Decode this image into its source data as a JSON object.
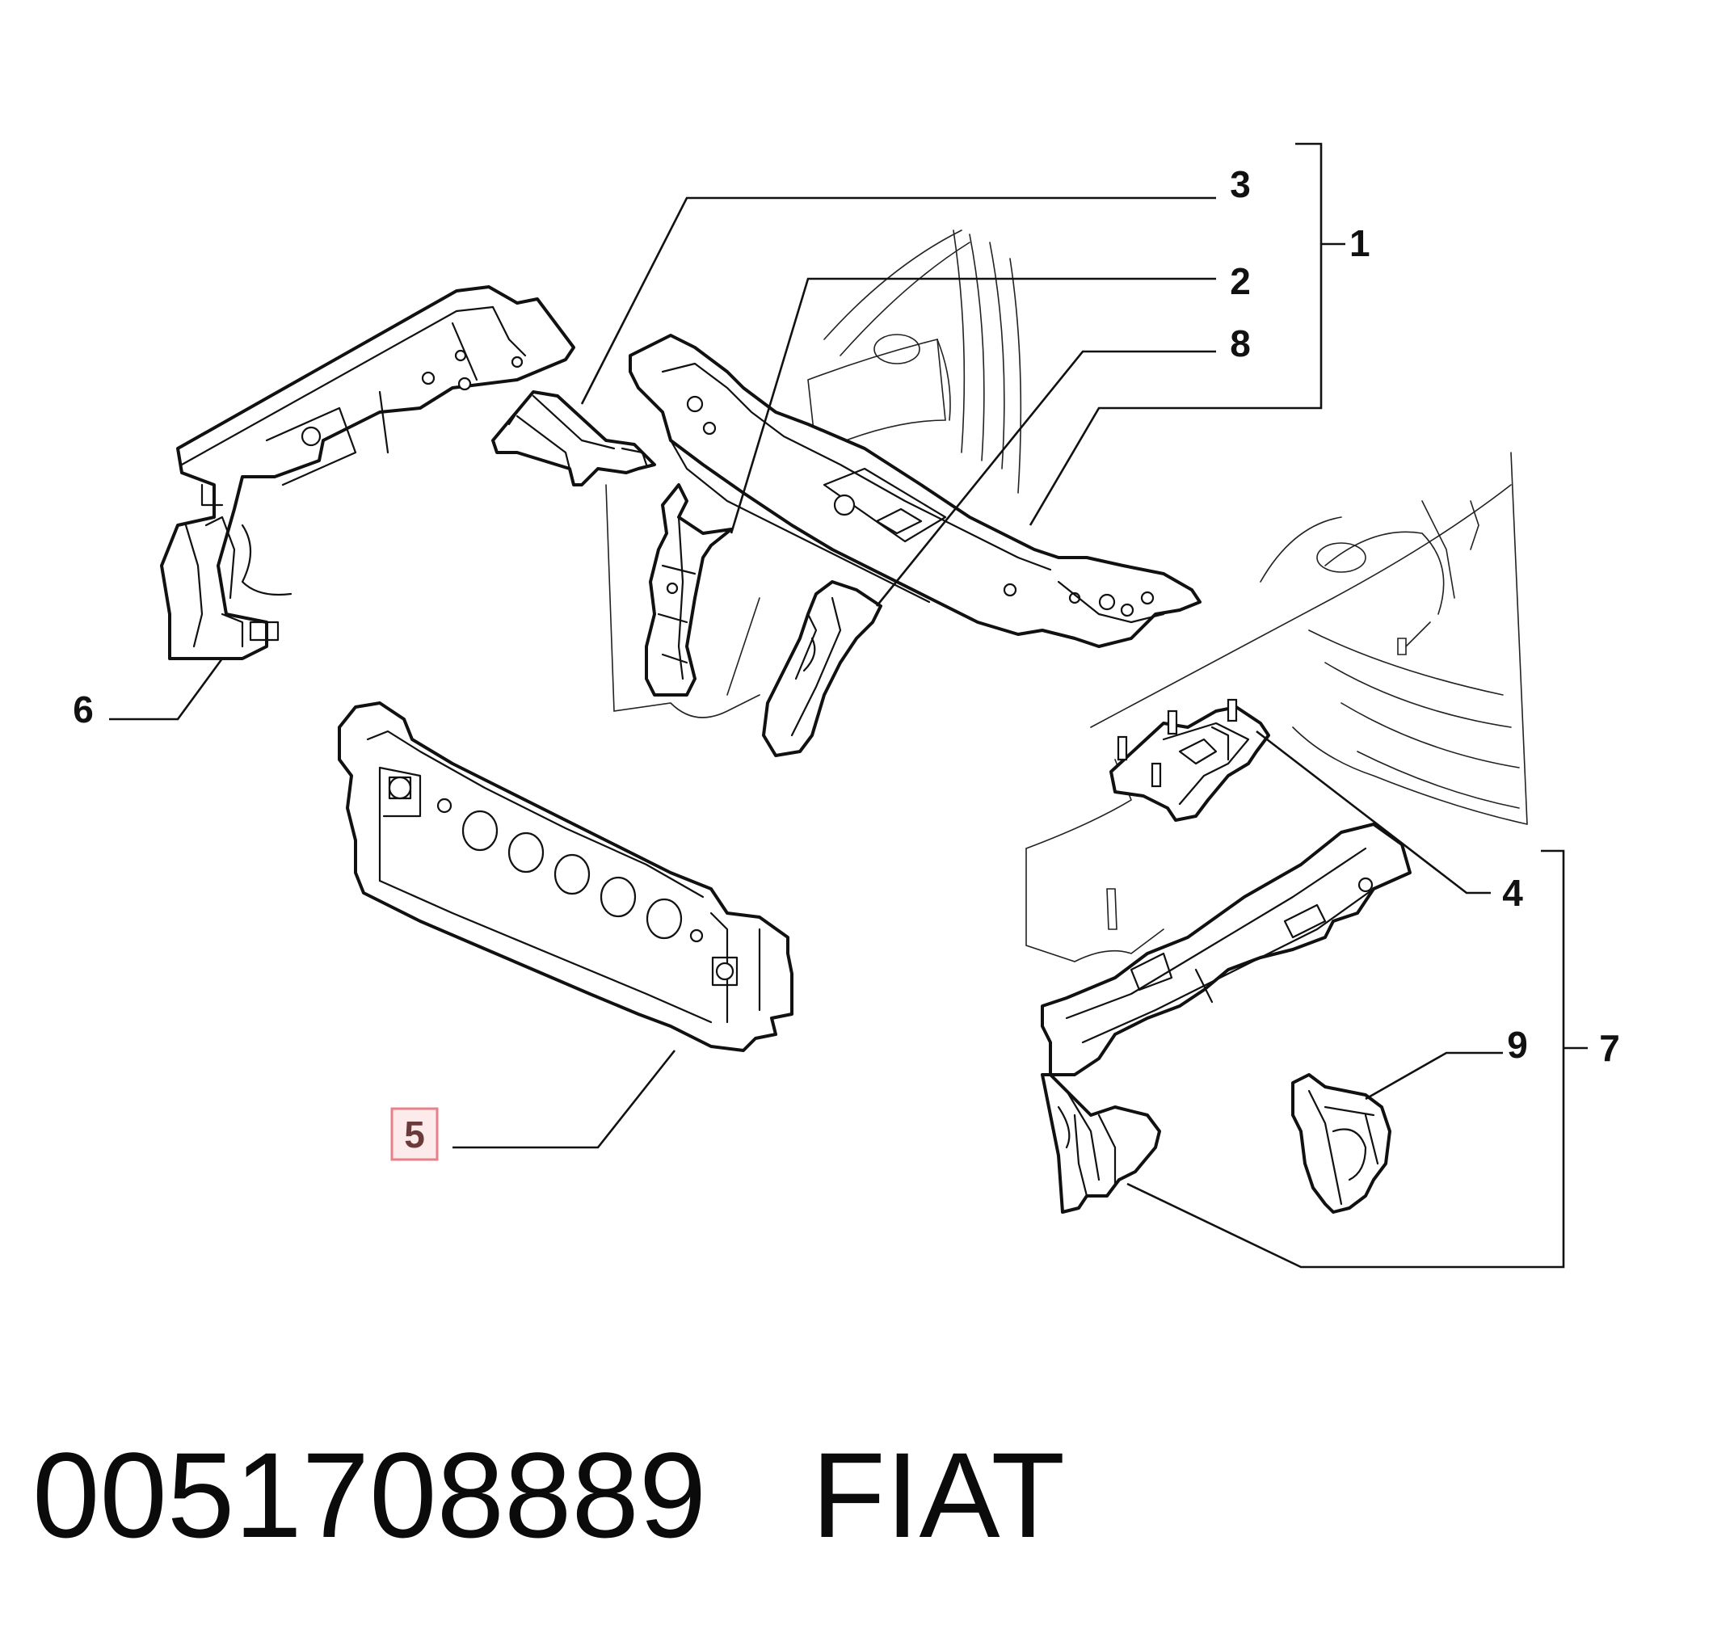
{
  "callouts": {
    "c1": "1",
    "c2": "2",
    "c3": "3",
    "c4": "4",
    "c5": "5",
    "c6": "6",
    "c7": "7",
    "c8": "8",
    "c9": "9"
  },
  "highlight": {
    "label": "5",
    "border_color": "#e8808a",
    "fill_color": "#fdeaea"
  },
  "caption": {
    "part_number": "0051708889",
    "brand": "FIAT"
  }
}
